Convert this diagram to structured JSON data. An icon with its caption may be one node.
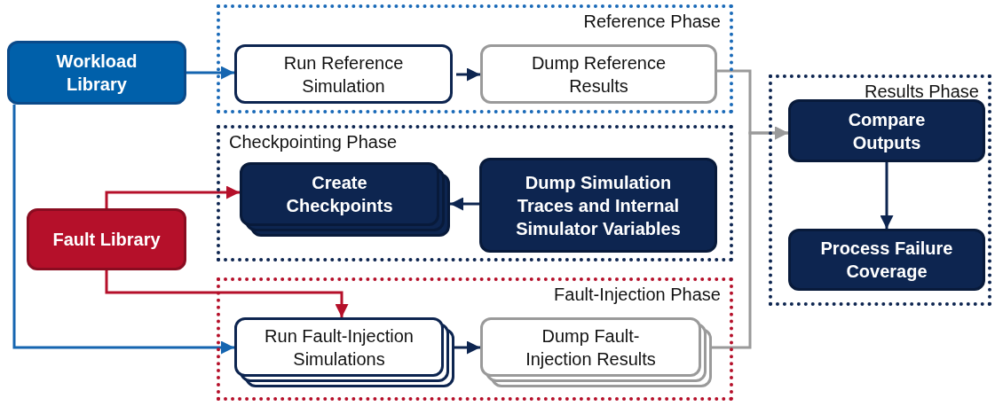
{
  "diagram": {
    "nodes": [
      {
        "text": [
          "Workload Library"
        ]
      },
      {
        "text": [
          "Reference Phase"
        ]
      },
      {
        "text": [
          "Run Reference Simulation"
        ],
        "in": 1
      },
      {
        "text": [
          "Dump Reference Results"
        ],
        "in": 1
      },
      {
        "text": [
          "Checkpointing Phase"
        ]
      },
      {
        "text": [
          "Create Checkpoints"
        ],
        "in": 4
      },
      {
        "text": [
          "Dump Simulation Traces and Internal Simulator Variables"
        ],
        "in": 4
      },
      {
        "text": [
          "Fault Library"
        ]
      },
      {
        "text": [
          "Fault-Injection Phase"
        ]
      },
      {
        "text": [
          "Run Fault-Injection Simulations"
        ],
        "in": 8
      },
      {
        "text": [
          "Dump Fault-Injection Results"
        ],
        "in": 8
      },
      {
        "text": [
          "Results Phase"
        ]
      },
      {
        "text": [
          "Compare Outputs"
        ],
        "in": 11
      },
      {
        "text": [
          "Process Failure Coverage"
        ],
        "in": 11
      }
    ],
    "edges": [
      {
        "from": 0,
        "to": 2,
        "arrow": "to",
        "color": "#1565b0"
      },
      {
        "from": 0,
        "to": 9,
        "arrow": "to",
        "color": "#1565b0"
      },
      {
        "from": 2,
        "to": 3,
        "arrow": "to"
      },
      {
        "from": 3,
        "to": 12,
        "arrow": "to",
        "color": "#9a9a9a"
      },
      {
        "from": 10,
        "to": 12,
        "arrow": "to",
        "color": "#9a9a9a"
      },
      {
        "from": 6,
        "to": 5,
        "arrow": "to"
      },
      {
        "from": 7,
        "to": 5,
        "arrow": "to",
        "color": "#b5102a"
      },
      {
        "from": 7,
        "to": 9,
        "arrow": "to",
        "color": "#b5102a"
      },
      {
        "from": 9,
        "to": 10,
        "arrow": "to"
      },
      {
        "from": 12,
        "to": 13,
        "arrow": "to"
      }
    ]
  }
}
